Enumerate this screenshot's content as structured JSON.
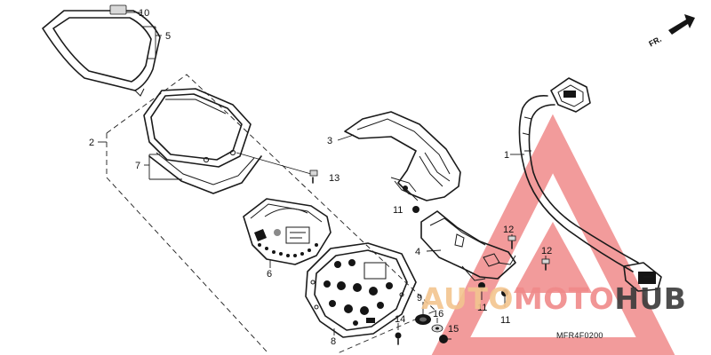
{
  "callouts": [
    {
      "id": "c10",
      "text": "10"
    },
    {
      "id": "c5",
      "text": "5"
    },
    {
      "id": "c2",
      "text": "2"
    },
    {
      "id": "c7",
      "text": "7"
    },
    {
      "id": "c3",
      "text": "3"
    },
    {
      "id": "c13",
      "text": "13"
    },
    {
      "id": "c1",
      "text": "1"
    },
    {
      "id": "c11a",
      "text": "11"
    },
    {
      "id": "c4",
      "text": "4"
    },
    {
      "id": "c12a",
      "text": "12"
    },
    {
      "id": "c12b",
      "text": "12"
    },
    {
      "id": "c6",
      "text": "6"
    },
    {
      "id": "c9",
      "text": "9"
    },
    {
      "id": "c16",
      "text": "16"
    },
    {
      "id": "c14",
      "text": "14"
    },
    {
      "id": "c15",
      "text": "15"
    },
    {
      "id": "c8",
      "text": "8"
    },
    {
      "id": "c11b",
      "text": "11"
    },
    {
      "id": "c11c",
      "text": "11"
    }
  ],
  "front_marker": "FR.",
  "diagram_code": "MFR4F0200",
  "watermark": {
    "part1": "AUTO",
    "part2": "MOTO",
    "part3": "HUB",
    "accent_color": "#f08a8a",
    "secondary_color": "#f3c58f",
    "dark_color": "#3a3a3a"
  }
}
